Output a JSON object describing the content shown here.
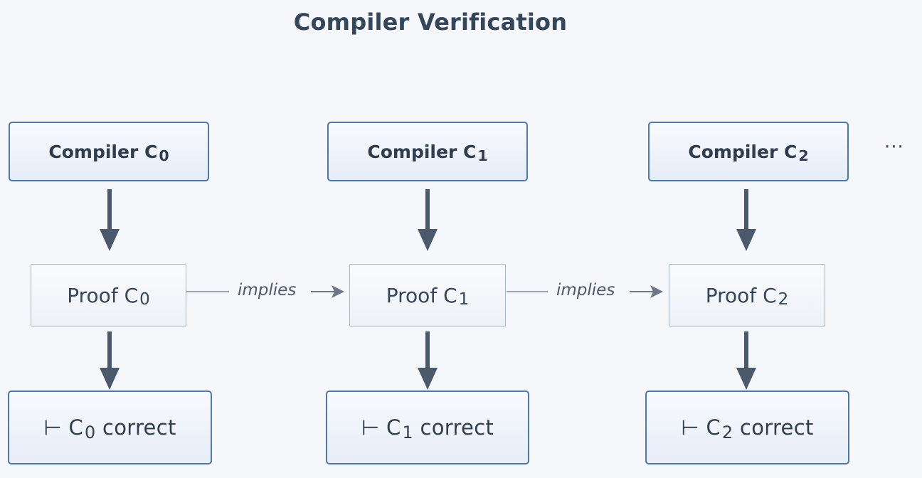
{
  "title": "Compiler Verification",
  "columns": [
    {
      "compiler": "Compiler C",
      "proof": "Proof C",
      "turnstile": "⊢",
      "var": "C",
      "correct": "correct",
      "index": "0"
    },
    {
      "compiler": "Compiler C",
      "proof": "Proof C",
      "turnstile": "⊢",
      "var": "C",
      "correct": "correct",
      "index": "1"
    },
    {
      "compiler": "Compiler C",
      "proof": "Proof C",
      "turnstile": "⊢",
      "var": "C",
      "correct": "correct",
      "index": "2"
    }
  ],
  "implies": [
    "implies",
    "implies"
  ],
  "ellipsis": "···",
  "colors": {
    "box_border": "#4d78a8",
    "proof_border": "#a8b4c2",
    "arrow": "#4a5a6c",
    "text": "#2f3d4e"
  }
}
